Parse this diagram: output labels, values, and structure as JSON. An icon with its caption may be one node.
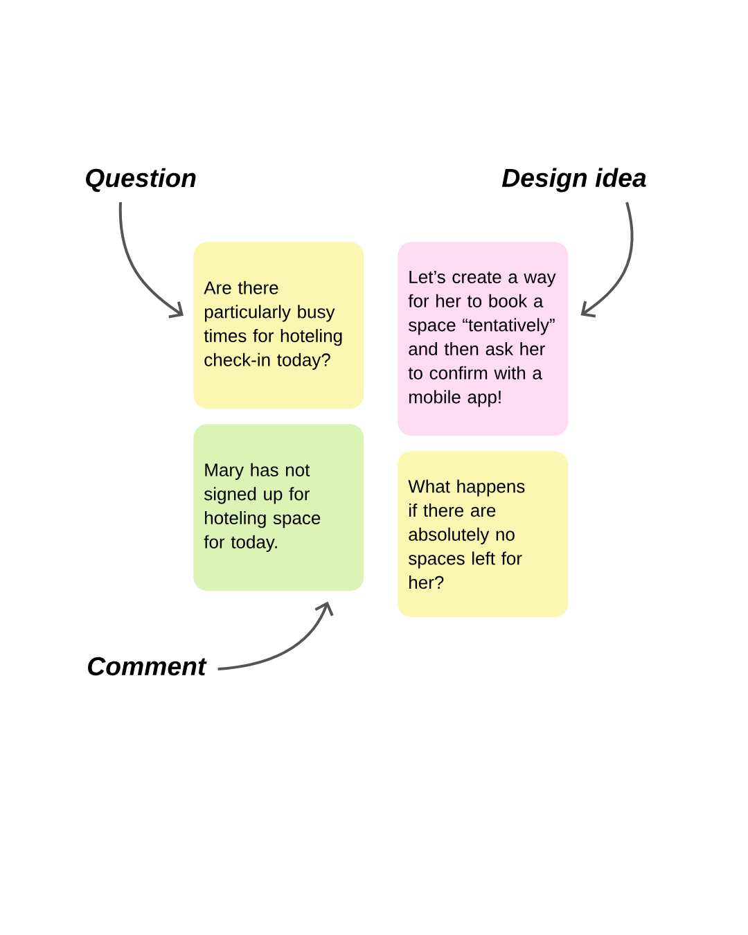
{
  "diagram": {
    "nodes": [
      {
        "text": [
          "Question"
        ]
      },
      {
        "text": [
          "Design idea"
        ]
      },
      {
        "text": [
          "Are there particularly busy times for hoteling check-in today?"
        ]
      },
      {
        "text": [
          "Let’s create a way for her to book a space “tentatively” and then ask her to confirm with a mobile app!"
        ]
      },
      {
        "text": [
          "Mary has not signed up for hoteling space for today."
        ]
      },
      {
        "text": [
          "What happens if there are absolutely no spaces left for her?"
        ]
      },
      {
        "text": [
          "Comment"
        ]
      }
    ],
    "edges": [
      {
        "from": 0,
        "to": 2,
        "arrow": "to"
      },
      {
        "from": 1,
        "to": 3,
        "arrow": "to"
      },
      {
        "from": 6,
        "to": 4,
        "arrow": "to"
      }
    ]
  }
}
